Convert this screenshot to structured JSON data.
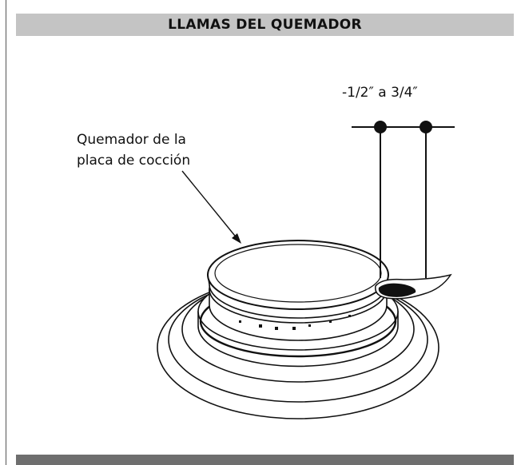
{
  "header": {
    "title": "LLAMAS DEL QUEMADOR"
  },
  "diagram": {
    "burner_label_line1": "Quemador de la",
    "burner_label_line2": "placa de cocción",
    "flame_height_label": "-1/2″ a 3/4″"
  }
}
